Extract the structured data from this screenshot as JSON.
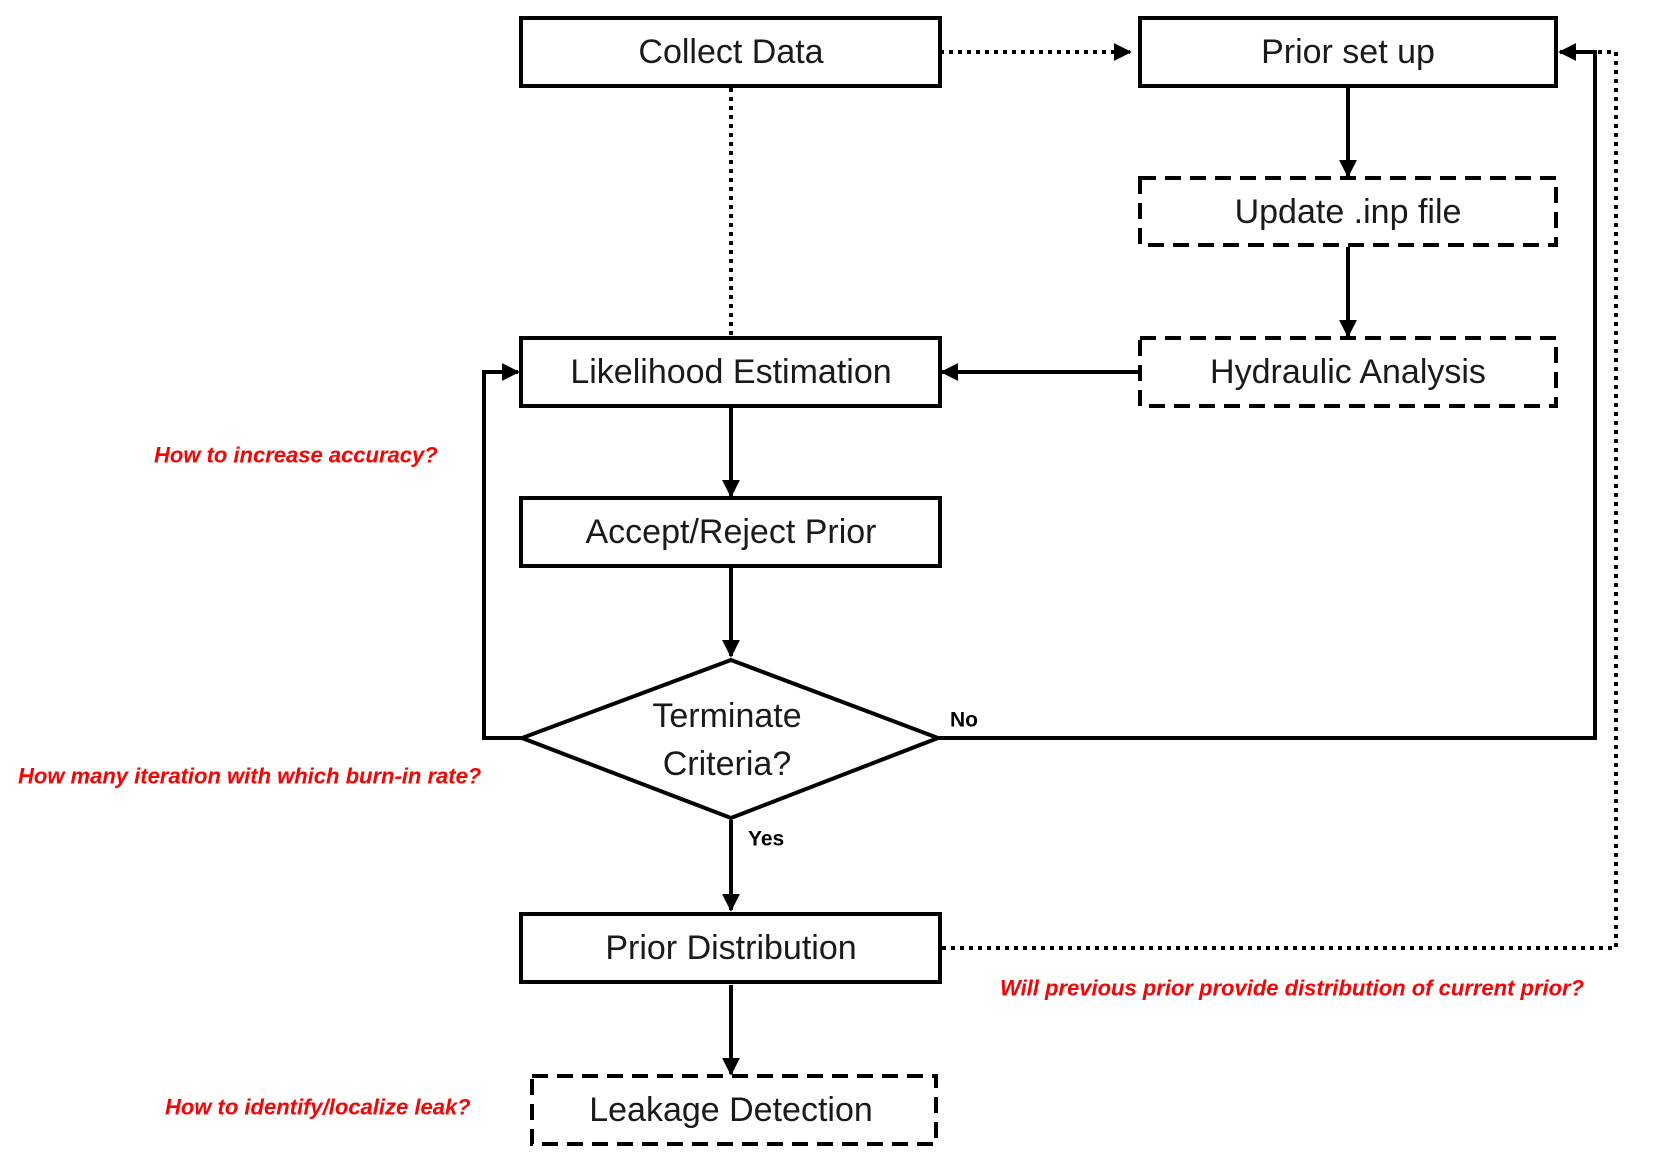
{
  "nodes": {
    "collect_data": "Collect Data",
    "prior_setup": "Prior set up",
    "update_inp": "Update .inp file",
    "hydraulic_analysis": "Hydraulic Analysis",
    "likelihood_estimation": "Likelihood Estimation",
    "accept_reject": "Accept/Reject Prior",
    "terminate_line1": "Terminate",
    "terminate_line2": "Criteria?",
    "prior_distribution": "Prior Distribution",
    "leakage_detection": "Leakage Detection"
  },
  "edge_labels": {
    "no": "No",
    "yes": "Yes"
  },
  "notes": {
    "accuracy": "How to increase accuracy?",
    "iteration": "How many iteration with which burn-in rate?",
    "previous_prior": "Will previous prior provide distribution of current prior?",
    "leak": "How to identify/localize leak?"
  },
  "colors": {
    "note": "#ff0000",
    "stroke": "#000000"
  }
}
